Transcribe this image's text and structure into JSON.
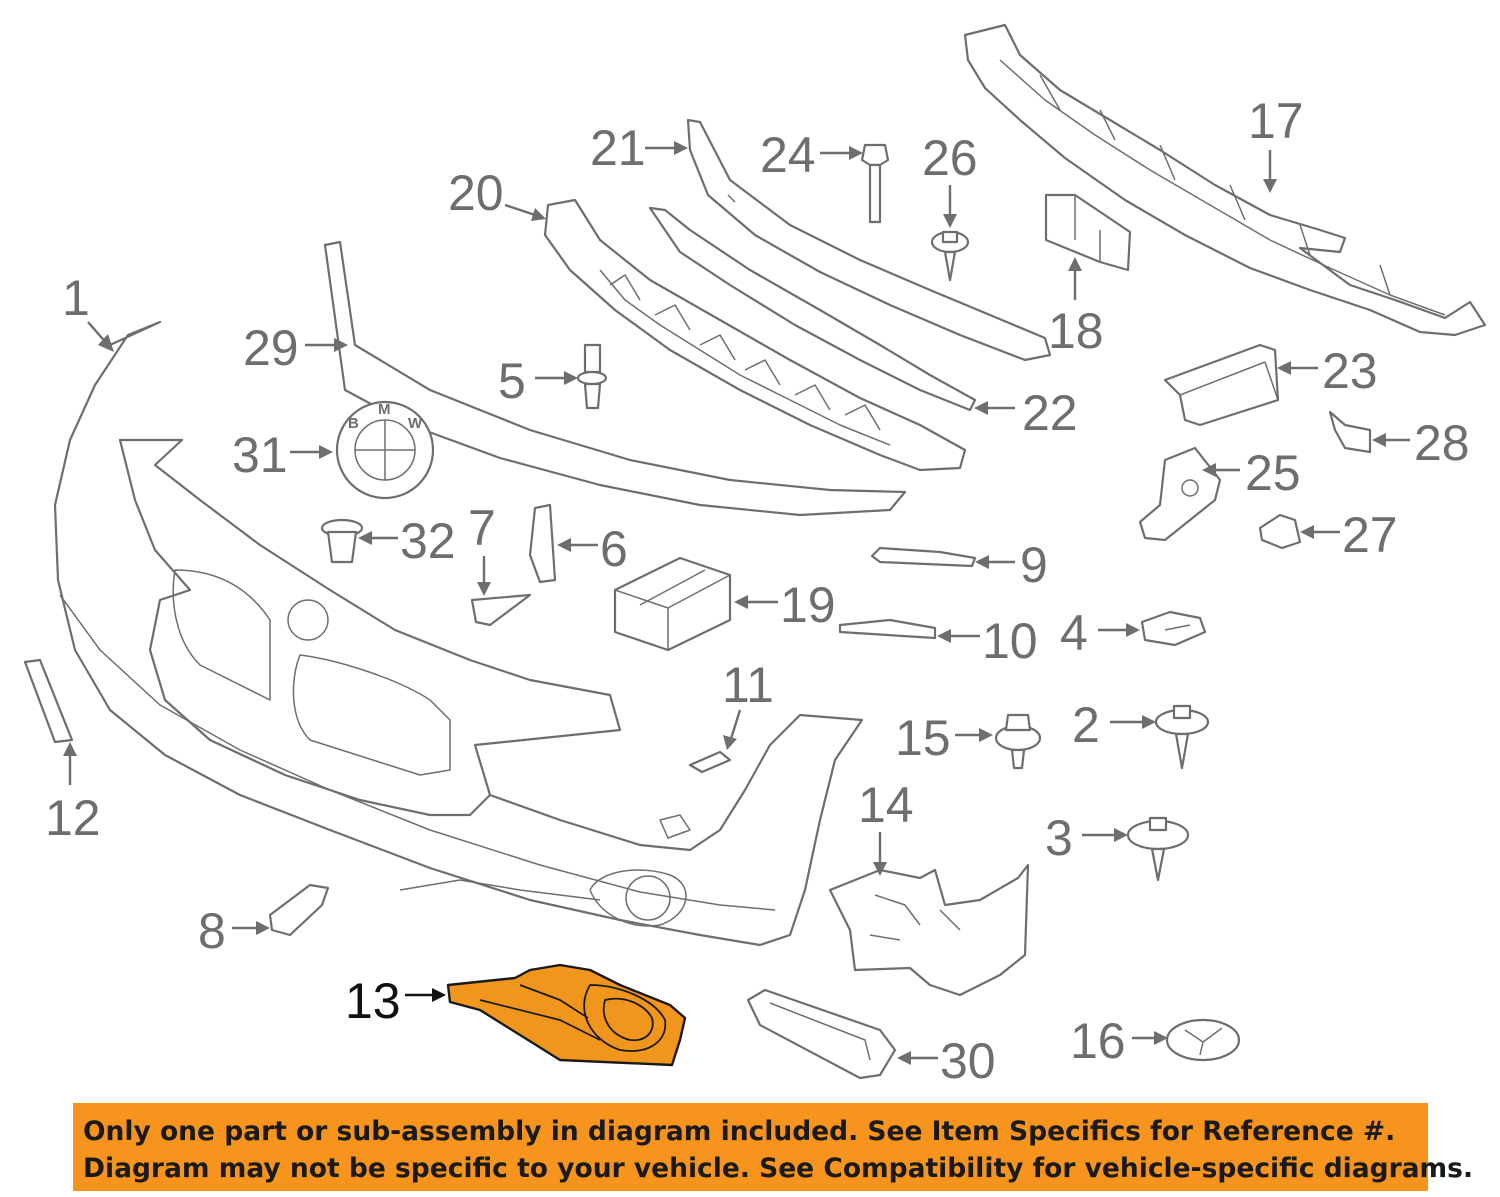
{
  "diagram": {
    "highlight_color": "#f0961d",
    "line_color": "#6e6e6e",
    "highlighted_part": "13",
    "logo_letters": [
      "B",
      "M",
      "W"
    ],
    "callouts": [
      {
        "label": "1",
        "part": "bumper-cover"
      },
      {
        "label": "2",
        "part": "screw"
      },
      {
        "label": "3",
        "part": "screw"
      },
      {
        "label": "4",
        "part": "clip"
      },
      {
        "label": "5",
        "part": "rivet"
      },
      {
        "label": "6",
        "part": "bracket"
      },
      {
        "label": "7",
        "part": "bracket"
      },
      {
        "label": "8",
        "part": "bracket"
      },
      {
        "label": "9",
        "part": "trim-strip"
      },
      {
        "label": "10",
        "part": "trim-strip"
      },
      {
        "label": "11",
        "part": "cap"
      },
      {
        "label": "12",
        "part": "reflector"
      },
      {
        "label": "13",
        "part": "fog-lamp-grille"
      },
      {
        "label": "14",
        "part": "air-duct"
      },
      {
        "label": "15",
        "part": "bolt"
      },
      {
        "label": "16",
        "part": "nut"
      },
      {
        "label": "17",
        "part": "reinforcement-bar"
      },
      {
        "label": "18",
        "part": "bracket"
      },
      {
        "label": "19",
        "part": "module"
      },
      {
        "label": "20",
        "part": "absorber"
      },
      {
        "label": "21",
        "part": "upper-trim"
      },
      {
        "label": "22",
        "part": "seal-strip"
      },
      {
        "label": "23",
        "part": "bracket"
      },
      {
        "label": "24",
        "part": "bolt"
      },
      {
        "label": "25",
        "part": "tow-hook-mount"
      },
      {
        "label": "26",
        "part": "screw"
      },
      {
        "label": "27",
        "part": "cap"
      },
      {
        "label": "28",
        "part": "bracket"
      },
      {
        "label": "29",
        "part": "trim-strip"
      },
      {
        "label": "30",
        "part": "grille-insert"
      },
      {
        "label": "31",
        "part": "emblem"
      },
      {
        "label": "32",
        "part": "grommet"
      }
    ]
  },
  "banner": {
    "background": "#f7941d",
    "line1": "Only one part or sub-assembly in diagram included. See Item Specifics for Reference #.",
    "line2": "Diagram may not be specific to your vehicle. See Compatibility for vehicle-specific diagrams."
  }
}
